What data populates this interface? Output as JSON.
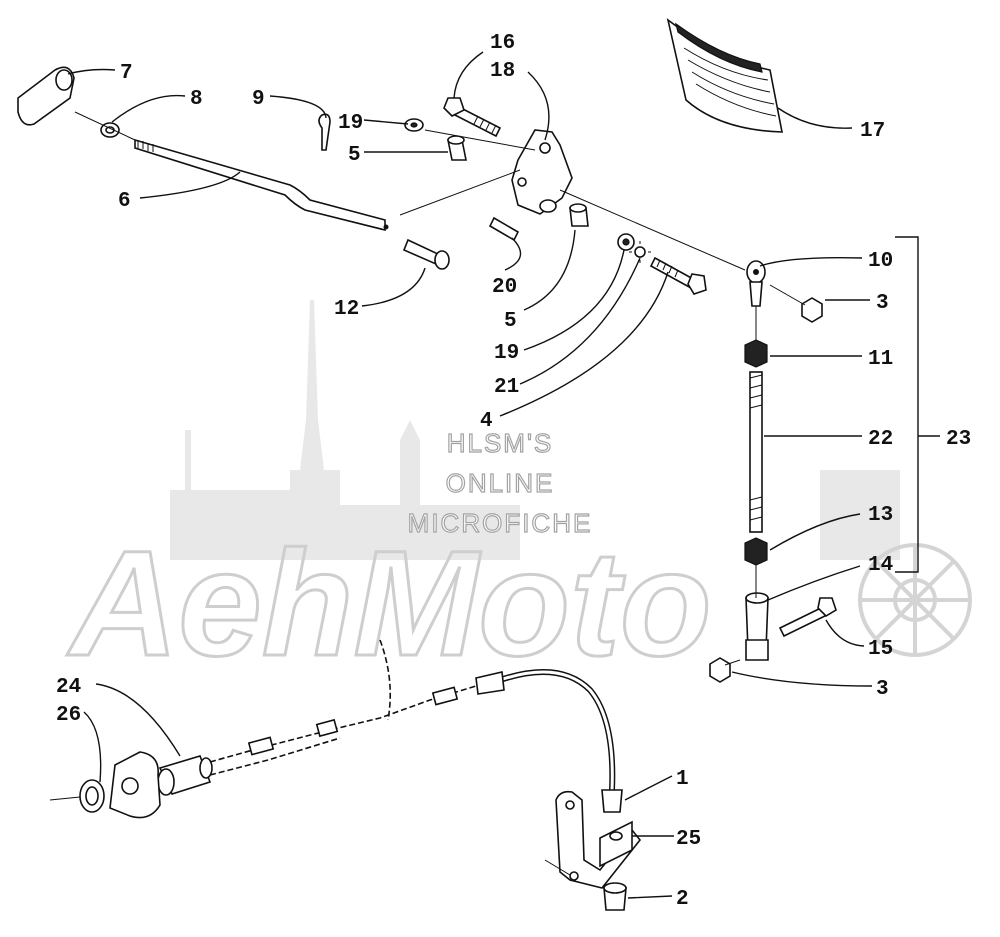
{
  "watermark": {
    "line1": "HLSM'S",
    "line2": "ONLINE",
    "line3": "MICROFICHE",
    "brand": "AehMoto"
  },
  "callouts": {
    "c1": "1",
    "c2": "2",
    "c3a": "3",
    "c3b": "3",
    "c4": "4",
    "c5a": "5",
    "c5b": "5",
    "c6": "6",
    "c7": "7",
    "c8": "8",
    "c9": "9",
    "c10": "10",
    "c11": "11",
    "c12": "12",
    "c13": "13",
    "c14": "14",
    "c15": "15",
    "c16": "16",
    "c17": "17",
    "c18": "18",
    "c19a": "19",
    "c19b": "19",
    "c20": "20",
    "c21": "21",
    "c22": "22",
    "c23": "23",
    "c24": "24",
    "c25": "25",
    "c26": "26"
  },
  "colors": {
    "ink": "#111111",
    "watermark": "#c9c9c9"
  }
}
